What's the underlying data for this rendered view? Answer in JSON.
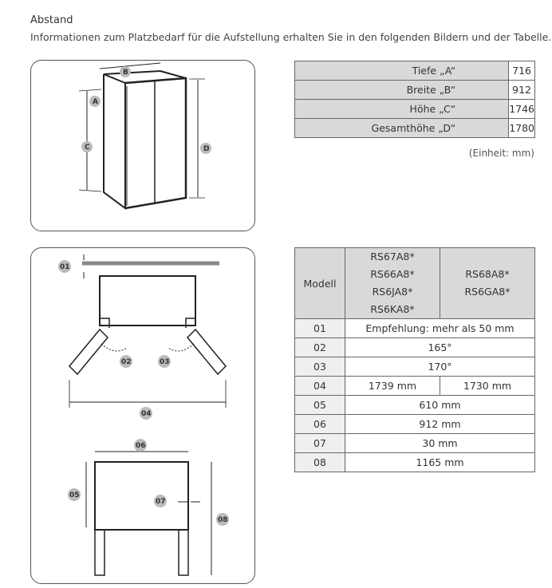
{
  "heading": "Abstand",
  "intro": "Informationen zum Platzbedarf für die Aufstellung erhalten Sie in den folgenden Bildern und der Tabelle.",
  "dimensions": [
    {
      "label": "Tiefe „A“",
      "value": "716"
    },
    {
      "label": "Breite „B“",
      "value": "912"
    },
    {
      "label": "Höhe „C“",
      "value": "1746"
    },
    {
      "label": "Gesamthöhe „D“",
      "value": "1780"
    }
  ],
  "unit": "(Einheit: mm)",
  "diagram1_labels": [
    "A",
    "B",
    "C",
    "D"
  ],
  "diagram2_labels": [
    "01",
    "02",
    "03",
    "04",
    "05",
    "06",
    "07",
    "08"
  ],
  "clearance": {
    "header": {
      "model": "Modell",
      "group1": [
        "RS67A8*",
        "RS66A8*",
        "RS6JA8*",
        "RS6KA8*"
      ],
      "group2": [
        "RS68A8*",
        "RS6GA8*"
      ]
    },
    "rows": [
      {
        "id": "01",
        "value": "Empfehlung: mehr als 50 mm"
      },
      {
        "id": "02",
        "value": "165°"
      },
      {
        "id": "03",
        "value": "170°"
      },
      {
        "id": "04",
        "v1": "1739 mm",
        "v2": "1730 mm"
      },
      {
        "id": "05",
        "value": "610 mm"
      },
      {
        "id": "06",
        "value": "912 mm"
      },
      {
        "id": "07",
        "value": "30 mm"
      },
      {
        "id": "08",
        "value": "1165 mm"
      }
    ]
  }
}
